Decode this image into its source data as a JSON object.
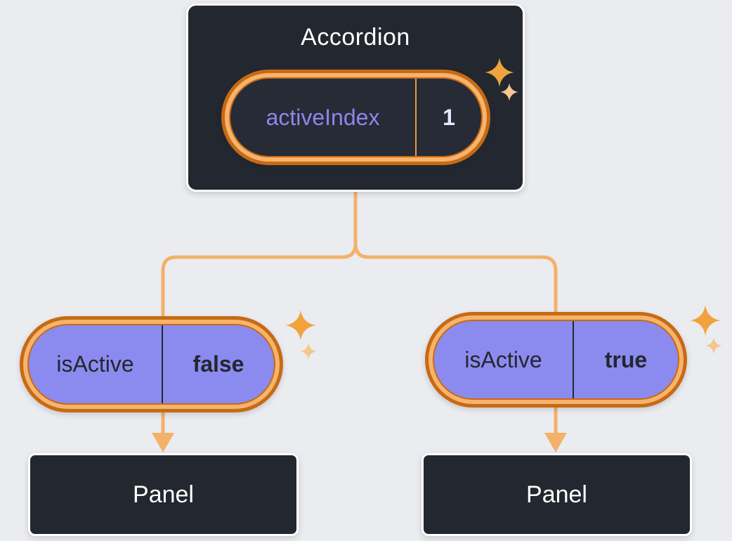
{
  "accordion": {
    "title": "Accordion",
    "state_name": "activeIndex",
    "state_value": "1"
  },
  "children": [
    {
      "prop_name": "isActive",
      "prop_value": "false",
      "panel_label": "Panel"
    },
    {
      "prop_name": "isActive",
      "prop_value": "true",
      "panel_label": "Panel"
    }
  ],
  "colors": {
    "background": "#EBECF0",
    "node_dark": "#23272F",
    "node_border": "#FFFFFF",
    "pill_ring_dark": "#C76A15",
    "pill_ring_light": "#F6B36B",
    "pill_purple": "#8B8BEF",
    "state_name_text": "#8F85EC",
    "state_value_text": "#E9E5FF",
    "prop_text": "#23272F",
    "connector": "#F3B269",
    "sparkle_primary": "#F0A33C",
    "sparkle_secondary": "#F5C78E"
  }
}
